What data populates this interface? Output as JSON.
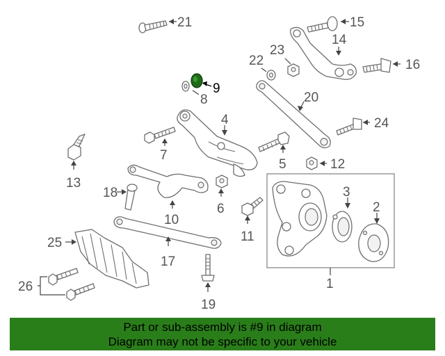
{
  "diagram": {
    "callouts": {
      "c1": "1",
      "c2": "2",
      "c3": "3",
      "c4": "4",
      "c5": "5",
      "c6": "6",
      "c7": "7",
      "c8": "8",
      "c9": "9",
      "c10": "10",
      "c11": "11",
      "c12": "12",
      "c13": "13",
      "c14": "14",
      "c15": "15",
      "c16": "16",
      "c17": "17",
      "c18": "18",
      "c19": "19",
      "c20": "20",
      "c21": "21",
      "c22": "22",
      "c23": "23",
      "c24": "24",
      "c25": "25",
      "c26": "26"
    },
    "highlight_color": "#1f6b1a"
  },
  "banner": {
    "line1": "Part or sub-assembly is #9 in diagram",
    "line2": "Diagram may not be specific to your vehicle",
    "background": "#2a7e1a"
  }
}
